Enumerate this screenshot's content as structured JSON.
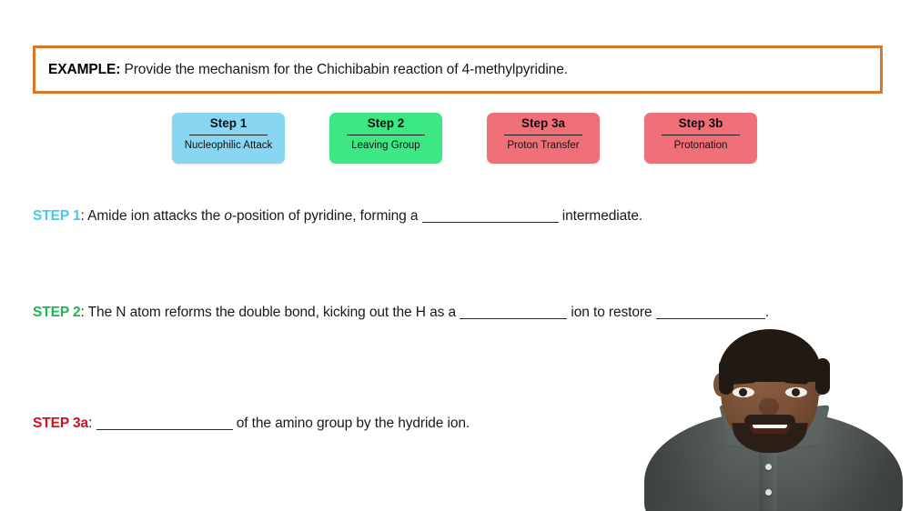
{
  "example": {
    "lead": "EXAMPLE:",
    "prompt": " Provide the mechanism for the Chichibabin reaction of 4-methylpyridine."
  },
  "steps_legend": [
    {
      "title": "Step 1",
      "subtitle": "Nucleophilic Attack",
      "color": "#88d6f2"
    },
    {
      "title": "Step 2",
      "subtitle": "Leaving Group",
      "color": "#3ce884"
    },
    {
      "title": "Step 3a",
      "subtitle": "Proton Transfer",
      "color": "#ef7079"
    },
    {
      "title": "Step 3b",
      "subtitle": "Protonation",
      "color": "#ef7079"
    }
  ],
  "statements": {
    "step1": {
      "tag": "STEP 1",
      "colon": ":",
      "part_a": " Amide ion attacks the ",
      "italic": "o",
      "part_b": "-position of pyridine, forming a ",
      "part_c": " intermediate.",
      "tag_color": "#46c9e9"
    },
    "step2": {
      "tag": "STEP 2",
      "colon": ":",
      "part_a": " The N atom reforms the double bond, kicking out the H as a ",
      "part_b": " ion to restore ",
      "part_c": ".",
      "tag_color": "#1fb551"
    },
    "step3a": {
      "tag": "STEP 3a",
      "colon": ":",
      "part_a": " ",
      "part_b": " of the amino group by the hydride ion.",
      "tag_color": "#d4101c"
    }
  },
  "presenter": {
    "label": "instructor-video-overlay"
  },
  "theme": {
    "example_border": "#d9782a",
    "page_background": "#ffffff",
    "text": "#1a1a1a",
    "blank_rule": "#2a2a2a"
  }
}
